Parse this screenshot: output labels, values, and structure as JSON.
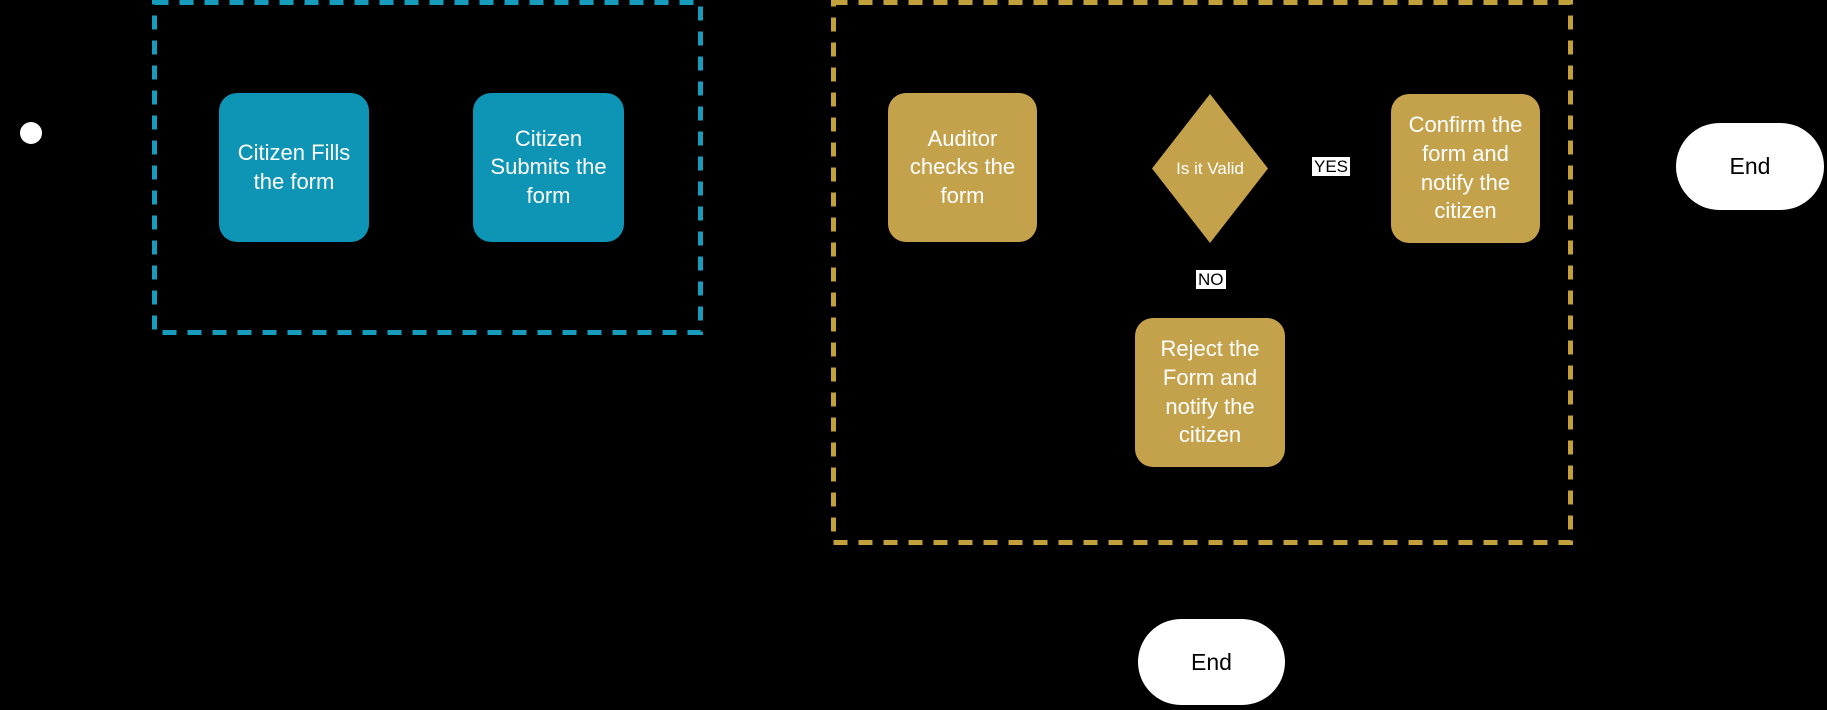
{
  "colors": {
    "background": "#000000",
    "citizen_fill": "#0E94B4",
    "citizen_border": "#189CBB",
    "auditor_fill": "#C4A24C",
    "auditor_border": "#C2A03C",
    "node_text": "#FFFFFF",
    "terminator_fill": "#FFFFFF",
    "terminator_text": "#000000",
    "edge_label_bg": "#FFFFFF",
    "edge_label_text": "#000000"
  },
  "diagram": {
    "type": "flowchart",
    "lanes": [
      {
        "id": "citizen",
        "border_color": "#189CBB"
      },
      {
        "id": "auditor",
        "border_color": "#C2A03C"
      }
    ],
    "nodes": {
      "start": {
        "type": "start",
        "label": ""
      },
      "citizen_fills": {
        "type": "process",
        "label": "Citizen Fills\nthe form"
      },
      "citizen_submits": {
        "type": "process",
        "label": "Citizen\nSubmits the\nform"
      },
      "auditor_checks": {
        "type": "process",
        "label": "Auditor\nchecks the\nform"
      },
      "is_it_valid": {
        "type": "decision",
        "label": "Is it Valid"
      },
      "confirm": {
        "type": "process",
        "label": "Confirm the\nform and\nnotify the\ncitizen"
      },
      "reject": {
        "type": "process",
        "label": "Reject the\nForm and\nnotify the\ncitizen"
      },
      "end_right": {
        "type": "terminator",
        "label": "End"
      },
      "end_bottom": {
        "type": "terminator",
        "label": "End"
      }
    },
    "edge_labels": {
      "yes": "YES",
      "no": "NO"
    }
  }
}
